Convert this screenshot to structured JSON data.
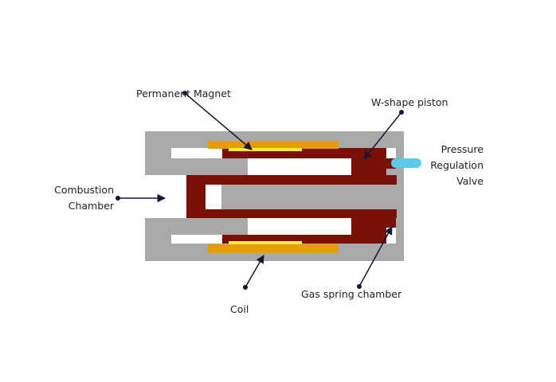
{
  "labels": {
    "permanent_magnet": "Permanent Magnet",
    "w_piston": "W-shape piston",
    "pressure_valve_line1": "Pressure",
    "pressure_valve_line2": "Regulation",
    "pressure_valve_line3": "Valve",
    "combustion_line1": "Combustion",
    "combustion_line2": "Chamber",
    "coil": "Coil",
    "gas_spring": "Gas spring chamber"
  },
  "colors": {
    "housing": "#a9a9a9",
    "piston": "#7a1005",
    "magnet": "#ffeb3b",
    "coil": "#e59b0c",
    "valve": "#5bc9ee",
    "leader": "#161636"
  }
}
